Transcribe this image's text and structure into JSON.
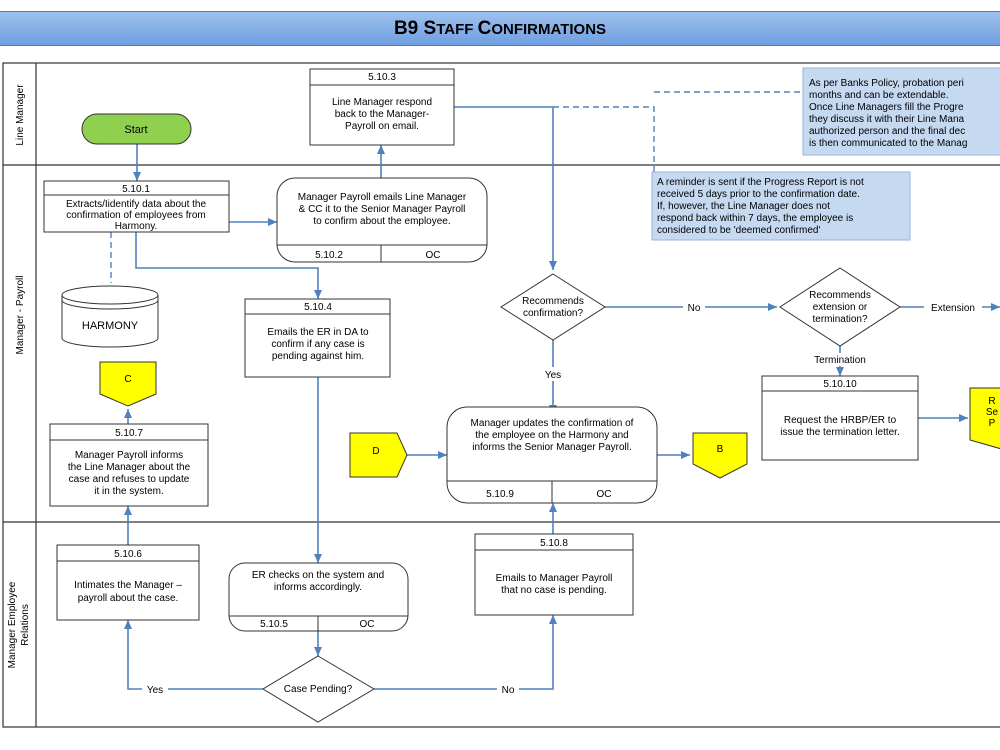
{
  "title": {
    "prefix": "B9 ",
    "s1a": "S",
    "s1b": "TAFF ",
    "s2a": "C",
    "s2b": "ONFIRMATIONS"
  },
  "lanes": {
    "line_manager": "Line Manager",
    "manager_payroll": "Manager - Payroll",
    "er_1": "Manager Employee",
    "er_2": "Relations"
  },
  "start": "Start",
  "harmony": "HARMONY",
  "steps": {
    "s5101": {
      "id": "5.10.1",
      "lines": [
        "Extracts/Iidentify data about the",
        "confirmation of employees from",
        "Harmony."
      ]
    },
    "s5102": {
      "id": "5.10.2",
      "owner": "OC",
      "lines": [
        "Manager Payroll emails Line Manager",
        "& CC it to the Senior Manager Payroll",
        "to confirm about the employee."
      ]
    },
    "s5103": {
      "id": "5.10.3",
      "lines": [
        "Line Manager respond",
        "back to the Manager-",
        "Payroll on email."
      ]
    },
    "s5104": {
      "id": "5.10.4",
      "lines": [
        "Emails the ER in DA to",
        "confirm if any case is",
        "pending against him."
      ]
    },
    "s5105": {
      "id": "5.10.5",
      "owner": "OC",
      "lines": [
        "ER checks on the system and",
        "informs accordingly."
      ]
    },
    "s5106": {
      "id": "5.10.6",
      "lines": [
        "Intimates the Manager –",
        "payroll about the case."
      ]
    },
    "s5107": {
      "id": "5.10.7",
      "lines": [
        "Manager Payroll informs",
        "the Line Manager about the",
        "case and refuses to update",
        "it in the system."
      ]
    },
    "s5108": {
      "id": "5.10.8",
      "lines": [
        "Emails to Manager Payroll",
        "that no case is pending."
      ]
    },
    "s5109": {
      "id": "5.10.9",
      "owner": "OC",
      "lines": [
        "Manager updates the confirmation of",
        "the employee on the Harmony and",
        "informs the Senior Manager Payroll."
      ]
    },
    "s51010": {
      "id": "5.10.10",
      "lines": [
        "Request the HRBP/ER to",
        "issue the termination letter."
      ]
    }
  },
  "decisions": {
    "recommends": {
      "lines": [
        "Recommends",
        "confirmation?"
      ]
    },
    "ext_term": {
      "lines": [
        "Recommends",
        "extension or",
        "termination?"
      ]
    },
    "case_pending": {
      "lines": [
        "Case Pending?"
      ]
    }
  },
  "labels": {
    "yes": "Yes",
    "no": "No",
    "extension": "Extension",
    "termination": "Termination"
  },
  "connectors": {
    "c": "C",
    "d": "D",
    "b": "B"
  },
  "notes": {
    "policy": [
      "As per Banks Policy, probation peri",
      "months and can be extendable.",
      "Once Line Managers fill the Progre",
      "they discuss it with their Line Mana",
      "authorized person and the final dec",
      "is then communicated to the Manag"
    ],
    "reminder": [
      "A reminder is sent if the Progress Report is not",
      "received 5 days prior to the confirmation date.",
      "If, however, the Line Manager does not",
      "respond back within 7 days, the employee is",
      "considered to be 'deemed confirmed'"
    ]
  },
  "partial_shape_text": [
    "R",
    "Se",
    "P"
  ],
  "colors": {
    "connector_fill": "#ffff00",
    "start_fill": "#8fd14f",
    "note_fill": "#c5d9f1",
    "arrow": "#4f81bd",
    "title_bar": "#8db4e2"
  }
}
